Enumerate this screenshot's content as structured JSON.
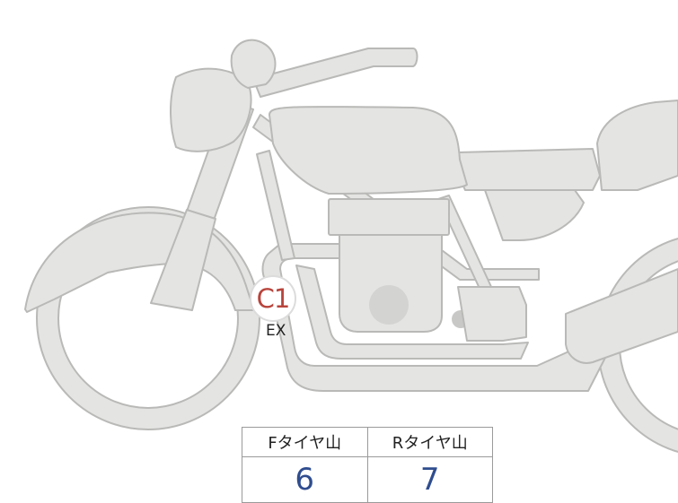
{
  "marker": {
    "code": "C1",
    "sub": "EX",
    "code_color": "#b8443c"
  },
  "tire_table": {
    "headers": [
      "Fタイヤ山",
      "Rタイヤ山"
    ],
    "values": [
      "6",
      "7"
    ],
    "value_color": "#2f4d8f"
  },
  "colors": {
    "body_fill": "#e4e4e2",
    "body_stroke": "#b9b9b7"
  }
}
